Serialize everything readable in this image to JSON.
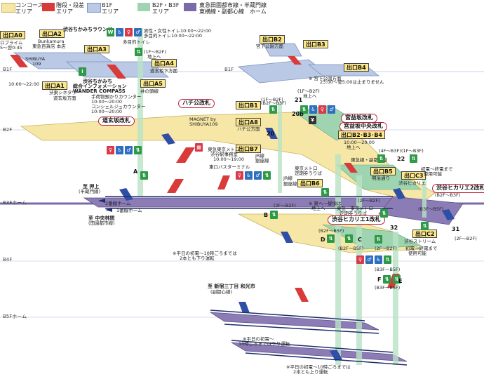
{
  "legend": [
    {
      "label": "コンコース\nエリア",
      "color": "#f6e7a6"
    },
    {
      "label": "階段・段差\nエリア",
      "color": "#d93a3a"
    },
    {
      "label": "B1F\nエリア",
      "color": "#b9c9e6"
    },
    {
      "label": "B2F・B3F\nエリア",
      "color": "#9fd4b1"
    },
    {
      "label": "東急田園都市線・半蔵門線\n東横線・副都心線　ホーム",
      "color": "#7a6aa8"
    }
  ],
  "floors": {
    "b1f_left": "B1F",
    "b1f_right": "B1F",
    "b2f": "B2F",
    "b3f": "B3Fホーム",
    "b4f": "B4F",
    "b5f": "B5Fホーム"
  },
  "exits": {
    "a0": "出口A0",
    "a2": "出口A2",
    "a3": "出口A3",
    "a4": "出口A4",
    "a5": "出口A5",
    "a1": "出口A1",
    "a8": "出口A8",
    "b1": "出口B1",
    "b2": "出口B2",
    "b3": "出口B3",
    "b4": "出口B4",
    "b7": "出口B7",
    "b6": "出口B6",
    "b5": "出口B5",
    "b2b3b4": "出口B2･B3･B4",
    "c3": "出口C3",
    "c2": "出口C2"
  },
  "gates": {
    "hachiko": "ハチ公改札",
    "dogenzaka": "道玄坂改札",
    "miyamasuzaka": "宮益坂改札",
    "miyamasuzaka_center": "宮益坂中央改札",
    "hikarie2": "渋谷ヒカリエ2改札",
    "hikarie1": "渋谷ヒカリエ1改札"
  },
  "labels": {
    "a0_sub1": "ロプライム",
    "a0_sub2": "5～翌0:45",
    "a2_sub1": "Bunkamura",
    "a2_sub2": "東急百貨店 本店",
    "a2_sub3": "SHIBUYA",
    "a2_sub4": "109",
    "a1_sub1": "渋東シネタワー",
    "a1_sub2": "道玄坂方面",
    "a1_time": "10:00～22:00",
    "lounge": "渋谷ちかみちラウンジ",
    "toilet_note1": "男性・女性トイレ10:00～22:00",
    "toilet_note2": "多目的トイレ10:00～22:00",
    "multipurpose": "多目的トイレ",
    "elev_a4": "(1F～B2F)",
    "elev_a4_sub": "地上へ",
    "a4_sub": "道玄坂下方面",
    "a5_sub": "井の頭線",
    "info1": "渋谷ちかみち",
    "info2": "総合インフォメーション",
    "info3": "WANDER COMPASS",
    "info4": "手荷物預かりカウンター",
    "info5": "10:00～20:00",
    "info6": "コンシェルジュカウンター",
    "info7": "10:00～20:00",
    "magnet1": "MAGNET by",
    "magnet2": "SHIBUYA109",
    "a8_sub": "ハチ公方面",
    "b2_sub": "宮下公園方面",
    "elev_b1": "(1F～B2F)",
    "elev_b1b": "(1F～B2F)",
    "elev_21_note": "地上へ",
    "elev_21_note2": "※ 宮下公園方面",
    "night_note": "23:00～翌5:00は止まりません",
    "b7_info1": "東急東京メトロ",
    "b7_info2": "渋谷駅事務室",
    "b7_info3": "10:00～19:00",
    "b7_info4": "東口バスターミナル",
    "b7_sub": "JR線",
    "b7_sub2": "銀座線",
    "b6_sub1": "JR線",
    "b6_sub2": "銀座線",
    "center_note1": "東京メトロ",
    "center_note2": "定期券うりば",
    "b2b4_note": "10:00～20:00",
    "b2b4_note2": "地上へ",
    "b5_sub": "明治通り",
    "c3_sub1": "渋谷ヒカリエ",
    "c3_sub2": "東急線・副都心線",
    "elev_4f": "(4F～B3F)",
    "elev_1f": "(1F～B3F)",
    "elev_b3f": "(B3F～B5F)",
    "transfer_note1": "初電～終電まで",
    "transfer_note2": "使用可能",
    "kita": "東急・東京メトロ",
    "kita2": "定期券うりば",
    "hikarie2_sub": "(B2F～B3F)",
    "b4_note": "渋谷ストリーム",
    "c2_note1": "(2F～B2F)",
    "oshiage": "至 押上",
    "oshiage2": "(半蔵門線)",
    "chuo_rinkan": "至 中央林間",
    "chuo_rinkan2": "(田園都市線)",
    "platform1": "2番線ホーム",
    "platform2": "1番線ホーム",
    "shinjuku": "至 新宿三丁目 和光市",
    "shinjuku2": "(副都心線)",
    "weekday_note1": "※平日の初電～10時ごろまでは",
    "weekday_note2": "2本とも下り運転",
    "weekday_note3": "※平日の初電～",
    "weekday_note4": "10時ごろまでは下り運転",
    "weekday_note5": "※平日の初電～10時ごろまでは",
    "weekday_note6": "2本とも上り運転",
    "elev_b2f_b5f": "(B2F～B5F)",
    "elev_b2f_b5f2": "(B2F～B5F)",
    "elev_b3f_b5f": "(B3F～B5F)",
    "elev_2f_b2f": "(2F～B2F)",
    "elev_2f_b2f2": "(2F～B2F)",
    "elev_2f_b2f3": "(2F～B2F)",
    "elev_2f_b2f4": "(2F～B2F)",
    "elev_b2f_b3f": "(B2F～B3F)",
    "elev_b2f_b5f3": "(B2F～B5F)",
    "escalator_note1": "※ 東へ～昼頃は",
    "escalator_note2": "地上へ"
  },
  "letters": {
    "a": "A",
    "b": "B",
    "c": "C",
    "d": "D",
    "e": "E",
    "f": "F"
  },
  "numbers": {
    "n20": "20",
    "n20b": "20b",
    "n21": "21",
    "n22": "22",
    "n31": "31",
    "n32": "32"
  }
}
